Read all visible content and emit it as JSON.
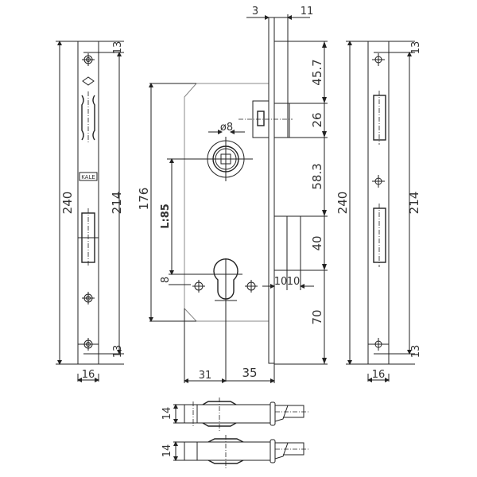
{
  "title": "Mortise lock technical drawing",
  "left_faceplate": {
    "height": "240",
    "inner": "214",
    "top_offset": "13",
    "bottom_offset": "13",
    "width": "16",
    "brand": "KALE"
  },
  "lock_body": {
    "top_3": "3",
    "top_11": "11",
    "d1": "45.7",
    "d2": "26",
    "d3": "58.3",
    "d4": "40",
    "d5": "70",
    "spindle": "ø8",
    "case_height": "176",
    "center_distance": "L:85",
    "cyl_offset": "8",
    "bolt_10a": "10",
    "bolt_10b": "10",
    "backset_31": "31",
    "backset_35": "35"
  },
  "right_faceplate": {
    "height": "240",
    "inner": "214",
    "top_offset": "13",
    "bottom_offset": "13",
    "width": "16"
  },
  "bottom_views": {
    "thickness_a": "14",
    "thickness_b": "14"
  }
}
